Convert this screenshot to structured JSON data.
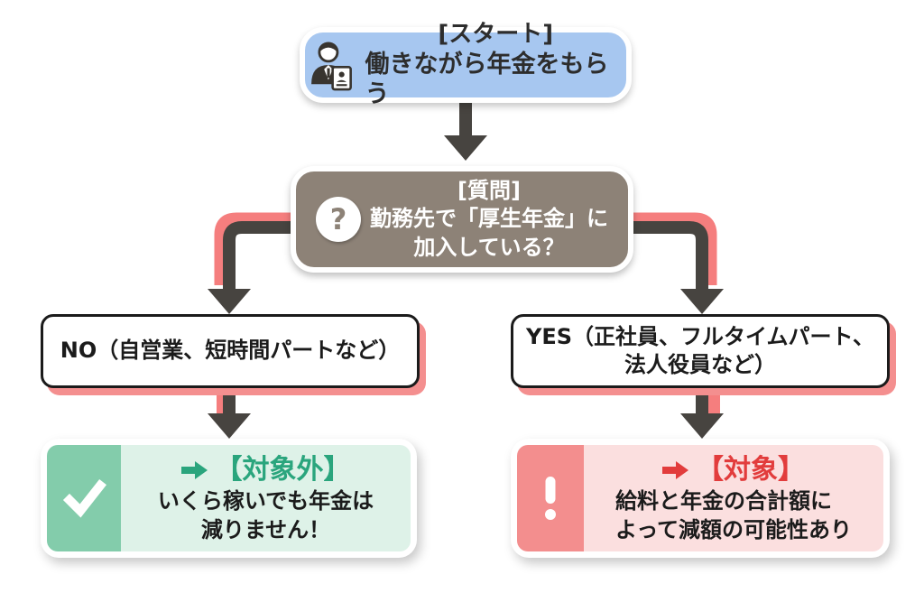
{
  "colors": {
    "start_bg": "#a7c7f0",
    "question_bg": "#8d8277",
    "arrow_dark": "#474440",
    "arrow_red_accent": "#f57e7e",
    "branch_shadow_red": "#f48f8f",
    "excluded_panel_green": "#83ccab",
    "excluded_bg_green": "#def2e8",
    "excluded_accent_green": "#2aa57d",
    "subject_panel_red": "#f38e8e",
    "subject_bg_pink": "#fbdfdf",
    "subject_accent_red": "#e23c3c"
  },
  "nodes": {
    "start": {
      "tag": "[スタート]",
      "title": "働きながら年金をもらう",
      "icon": "worker-id-card-icon"
    },
    "question": {
      "tag": "[質問]",
      "line1": "勤務先で「厚生年金」に",
      "line2": "加入している？",
      "mark": "?",
      "icon": "question-mark-icon"
    },
    "branch_no": {
      "label": "NO（自営業、短時間パートなど）"
    },
    "branch_yes": {
      "line1": "YES（正社員、フルタイムパート、",
      "line2": "法人役員など）"
    },
    "result_excluded": {
      "icon": "checkmark-icon",
      "title": "【対象外】",
      "line1": "いくら稼いでも年金は",
      "line2": "減りません！"
    },
    "result_subject": {
      "icon": "exclamation-icon",
      "title": "【対象】",
      "line1": "給料と年金の合計額に",
      "line2": "よって減額の可能性あり"
    }
  }
}
